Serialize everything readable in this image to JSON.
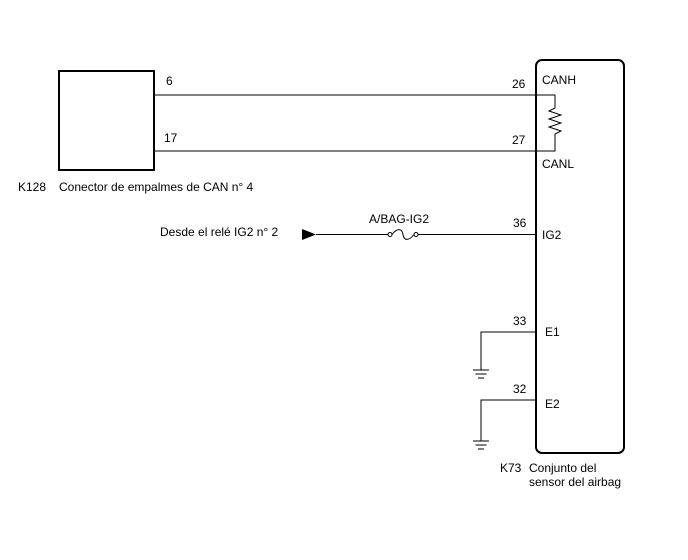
{
  "connector_k128": {
    "code": "K128",
    "name": "Conector de empalmes de CAN n° 4",
    "pins": {
      "canh": "6",
      "canl": "17"
    }
  },
  "airbag_sensor_k73": {
    "code": "K73",
    "name_line1": "Conjunto del",
    "name_line2": "sensor del airbag",
    "pins": {
      "canh": {
        "number": "26",
        "label": "CANH"
      },
      "canl": {
        "number": "27",
        "label": "CANL"
      },
      "ig2": {
        "number": "36",
        "label": "IG2"
      },
      "e1": {
        "number": "33",
        "label": "E1"
      },
      "e2": {
        "number": "32",
        "label": "E2"
      }
    }
  },
  "power_source": {
    "label": "Desde el relé IG2 n° 2"
  },
  "fuse": {
    "label": "A/BAG-IG2"
  }
}
